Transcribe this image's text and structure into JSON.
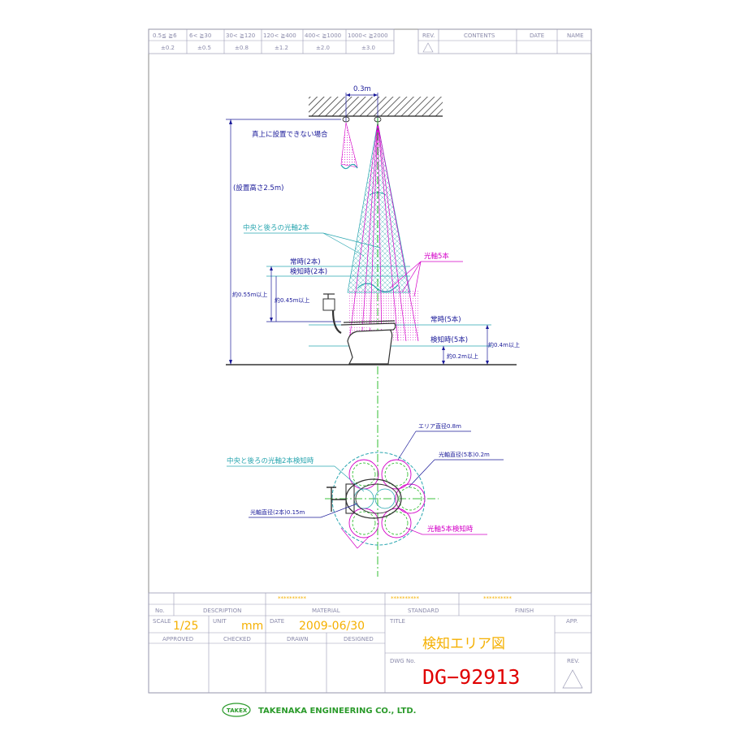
{
  "tolerance_table": {
    "ranges": [
      "0.5≦ ≧6",
      "6< ≧30",
      "30< ≧120",
      "120< ≧400",
      "400< ≧1000",
      "1000< ≧2000"
    ],
    "values": [
      "±0.2",
      "±0.5",
      "±0.8",
      "±1.2",
      "±2.0",
      "±3.0"
    ]
  },
  "revision_table": {
    "headers": [
      "REV.",
      "CONTENTS",
      "DATE",
      "NAME"
    ]
  },
  "side_view": {
    "distance_label": "0.3m",
    "alt_mount_label": "真上に設置できない場合",
    "install_height_label": "(設置高さ2.5m)",
    "center_rear_label": "中央と後ろの光軸2本",
    "axis5_label": "光軸5本",
    "normal2_label": "常時(2本)",
    "detect2_label": "検知時(2本)",
    "h055_label": "約0.55m以上",
    "h045_label": "約0.45m以上",
    "normal5_label": "常時(5本)",
    "detect5_label": "検知時(5本)",
    "h04_label": "約0.4m以上",
    "h02_label": "約0.2m以上"
  },
  "top_view": {
    "area_diameter_label": "エリア直径0.8m",
    "axis5_diameter_label": "光軸直径(5本)0.2m",
    "center_rear_detect_label": "中央と後ろの光軸2本検知時",
    "axis2_diameter_label": "光軸直径(2本)0.15m",
    "axis5_detect_label": "光軸5本検知時"
  },
  "title_block": {
    "stars": "**********",
    "no_label": "No.",
    "description_label": "DESCRIPTION",
    "material_label": "MATERIAL",
    "standard_label": "STANDARD",
    "finish_label": "FINISH",
    "scale_label": "SCALE",
    "scale_value": "1/25",
    "unit_label": "UNIT",
    "unit_value": "mm",
    "date_label": "DATE",
    "date_value": "2009-06/30",
    "title_label": "TITLE",
    "app_label": "APP.",
    "approved_label": "APPROVED",
    "checked_label": "CHECKED",
    "drawn_label": "DRAWN",
    "designed_label": "DESIGNED",
    "title_value": "検知エリア図",
    "dwg_label": "DWG No.",
    "dwg_value": "DG−92913",
    "rev_label": "REV."
  },
  "footer": {
    "logo_text": "TAKEX",
    "company": "TAKENAKA ENGINEERING CO., LTD."
  }
}
